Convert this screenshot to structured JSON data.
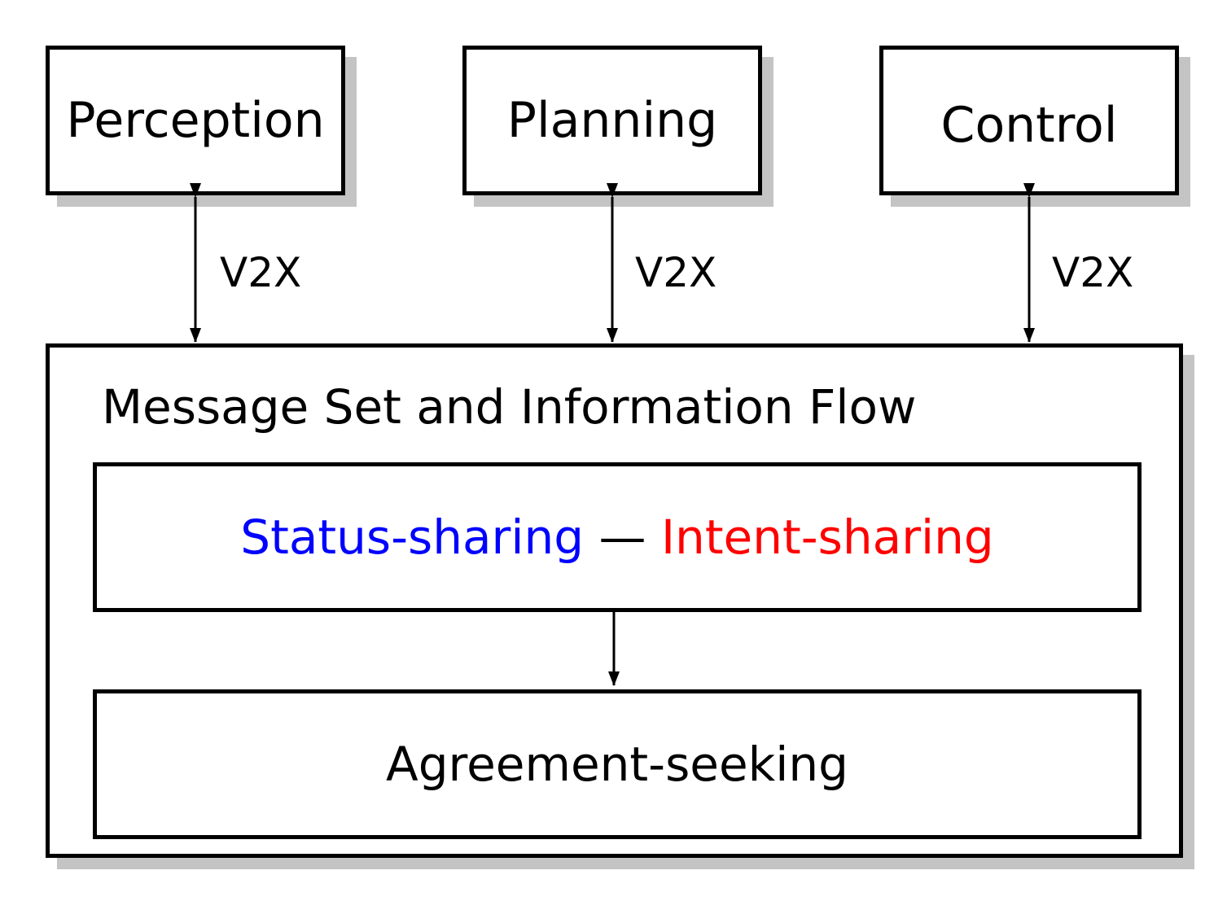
{
  "modules": [
    {
      "label": "Perception",
      "link_label": "V2X"
    },
    {
      "label": "Planning",
      "link_label": "V2X"
    },
    {
      "label": "Control",
      "link_label": "V2X"
    }
  ],
  "container": {
    "title": "Message Set and Information Flow",
    "sharing_box": {
      "status_label": "Status-sharing",
      "separator": " — ",
      "intent_label": "Intent-sharing"
    },
    "agreement_box": {
      "label": "Agreement-seeking"
    }
  },
  "colors": {
    "status": "#0000ff",
    "intent": "#ff0000",
    "border": "#000000",
    "shadow": "#c4c4c4"
  }
}
